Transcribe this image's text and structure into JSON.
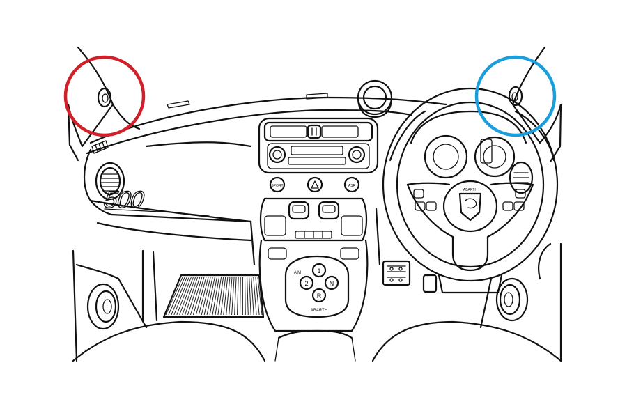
{
  "diagram": {
    "logo_text": "500",
    "wordmark_text": "ABARTH",
    "console_buttons": {
      "left": "SPORT",
      "right": "ASR"
    },
    "gear_labels": [
      "1",
      "2",
      "N",
      "R"
    ],
    "gear_marker": "A M",
    "highlight_left": {
      "label": "left-speaker-highlight",
      "color": "#d0202a"
    },
    "highlight_right": {
      "label": "right-speaker-highlight",
      "color": "#1a9fdc"
    },
    "line_color": "#111111"
  }
}
